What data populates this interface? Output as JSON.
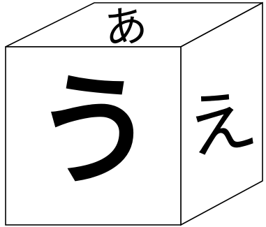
{
  "cube": {
    "faces": {
      "front": {
        "label": "う"
      },
      "top": {
        "label": "あ"
      },
      "right": {
        "label": "え"
      }
    },
    "colors": {
      "stroke": "#000000",
      "fill": "#ffffff",
      "text": "#000000"
    }
  }
}
